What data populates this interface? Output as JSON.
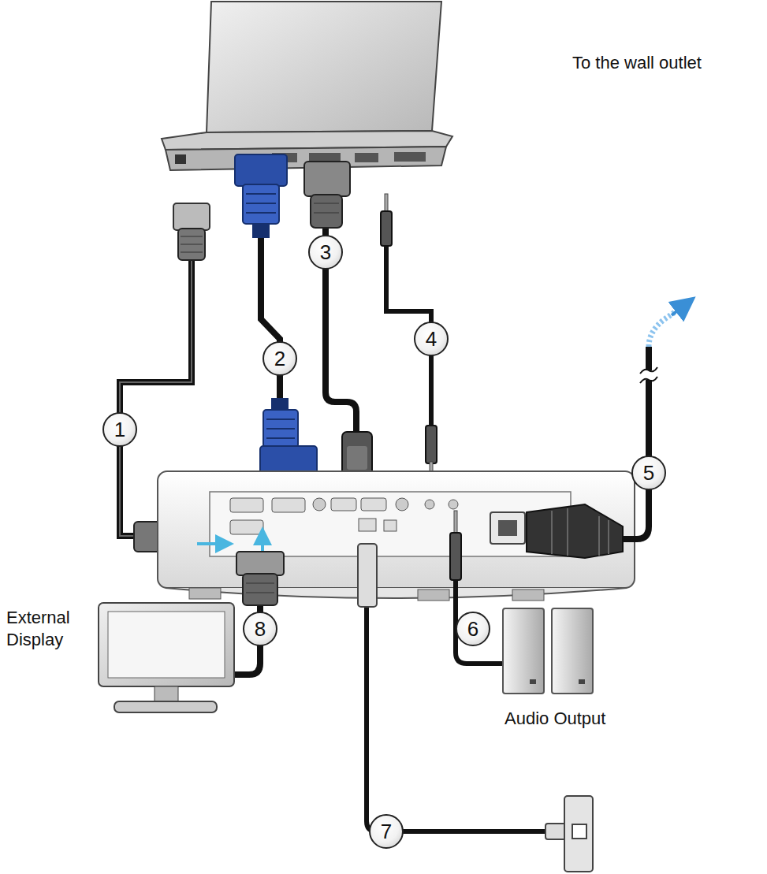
{
  "diagram": {
    "nodes": [
      {
        "text": [
          "1"
        ]
      },
      {
        "text": [
          "2"
        ]
      },
      {
        "text": [
          "3"
        ]
      },
      {
        "text": [
          "4"
        ]
      },
      {
        "text": [
          "5"
        ]
      },
      {
        "text": [
          "6"
        ]
      },
      {
        "text": [
          "7"
        ]
      },
      {
        "text": [
          "8"
        ]
      }
    ],
    "labels": [
      "To the wall outlet",
      "External Display",
      "Audio Output"
    ]
  }
}
